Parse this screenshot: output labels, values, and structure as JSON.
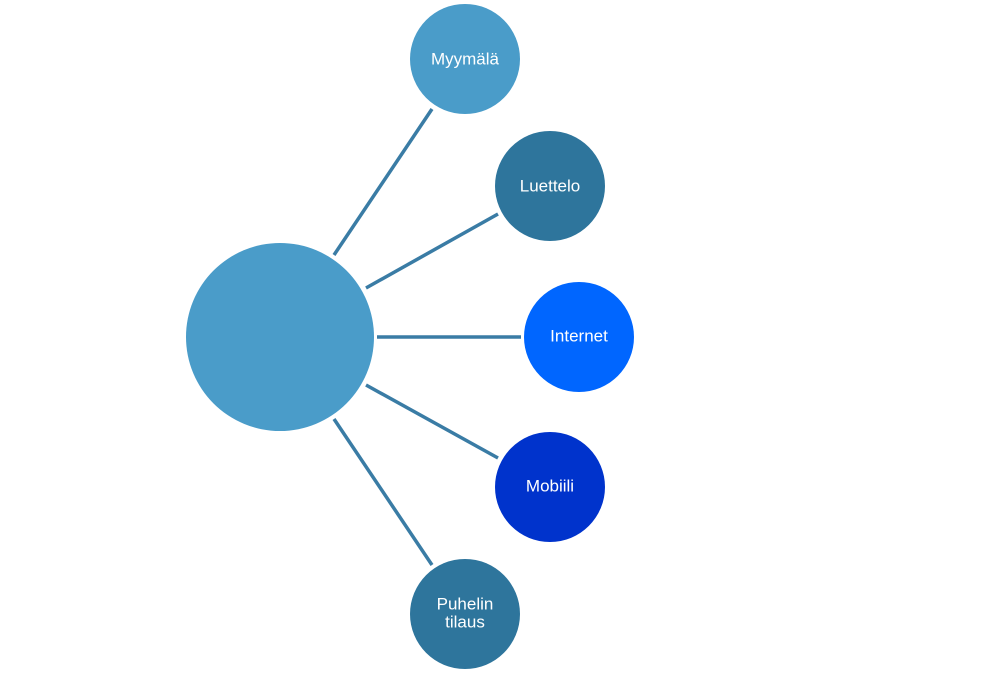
{
  "diagram": {
    "center": {
      "label": "",
      "color": "#4a9cc9"
    },
    "nodes": [
      {
        "id": "myymala",
        "lines": [
          "Myymälä"
        ],
        "color": "#4a9cc9"
      },
      {
        "id": "luettelo",
        "lines": [
          "Luettelo"
        ],
        "color": "#2e759c"
      },
      {
        "id": "internet",
        "lines": [
          "Internet"
        ],
        "color": "#0066ff"
      },
      {
        "id": "mobiili",
        "lines": [
          "Mobiili"
        ],
        "color": "#0033cc"
      },
      {
        "id": "puhelin-tilaus",
        "lines": [
          "Puhelin",
          "tilaus"
        ],
        "color": "#2e759c"
      }
    ],
    "connector_color": "#3a7ca5"
  }
}
